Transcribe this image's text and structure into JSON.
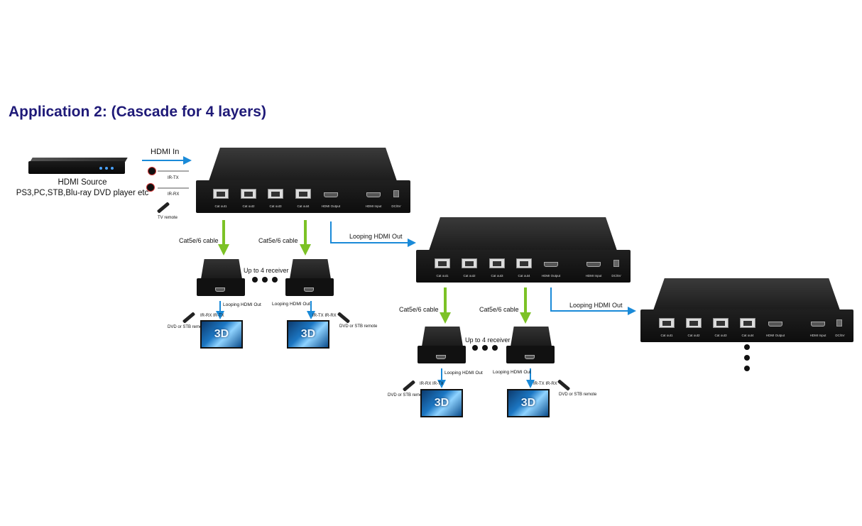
{
  "title": "Application 2: (Cascade for 4 layers)",
  "source": {
    "line1": "HDMI Source",
    "line2": "PS3,PC,STB,Blu-ray DVD player etc"
  },
  "hdmi_in": "HDMI  In",
  "ir_tx": "IR-TX",
  "ir_rx": "IR-RX",
  "tv_remote": "TV remote",
  "splitter": {
    "ports": [
      "Cat out1",
      "Cat out2",
      "Cat out3",
      "Cat out4",
      "HDMI Output",
      "HDMI Input",
      "DC/5V"
    ]
  },
  "labels": {
    "cat_cable": "Cat5e/6 cable",
    "up_to_4": "Up to 4 receiver",
    "looping_out": "Looping HDMI Out",
    "ir_rx_tx": "IR-RX IR-TX",
    "ir_tx_rx": "IR-TX IR-RX",
    "dvd_remote": "DVD or STB remote",
    "tv3d": "3D"
  },
  "colors": {
    "title": "#1f1a78",
    "green_arrow": "#7cc226",
    "blue_arrow": "#1a8ad8"
  }
}
